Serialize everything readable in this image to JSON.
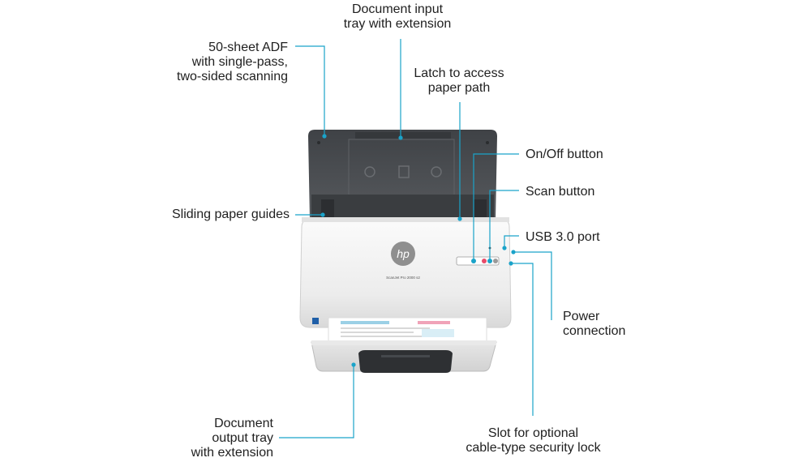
{
  "labels": {
    "doc_input": {
      "l1": "Document input",
      "l2": "tray with extension"
    },
    "adf": {
      "l1": "50-sheet ADF",
      "l2": "with single-pass,",
      "l3": "two-sided scanning"
    },
    "latch": {
      "l1": "Latch to access",
      "l2": "paper path"
    },
    "on_off": "On/Off button",
    "scan_button": "Scan button",
    "usb": "USB 3.0 port",
    "guides": "Sliding paper guides",
    "power": {
      "l1": "Power",
      "l2": "connection"
    },
    "doc_output": {
      "l1": "Document",
      "l2": "output tray",
      "l3": "with extension"
    },
    "security": {
      "l1": "Slot for optional",
      "l2": "cable-type security lock"
    }
  },
  "device": {
    "brand_logo": "hp",
    "model_text": "ScanJet Pro 2000 s2"
  },
  "colors": {
    "callout": "#1aa3c9",
    "body": "#f4f4f4",
    "tray": "#4a4d51"
  }
}
